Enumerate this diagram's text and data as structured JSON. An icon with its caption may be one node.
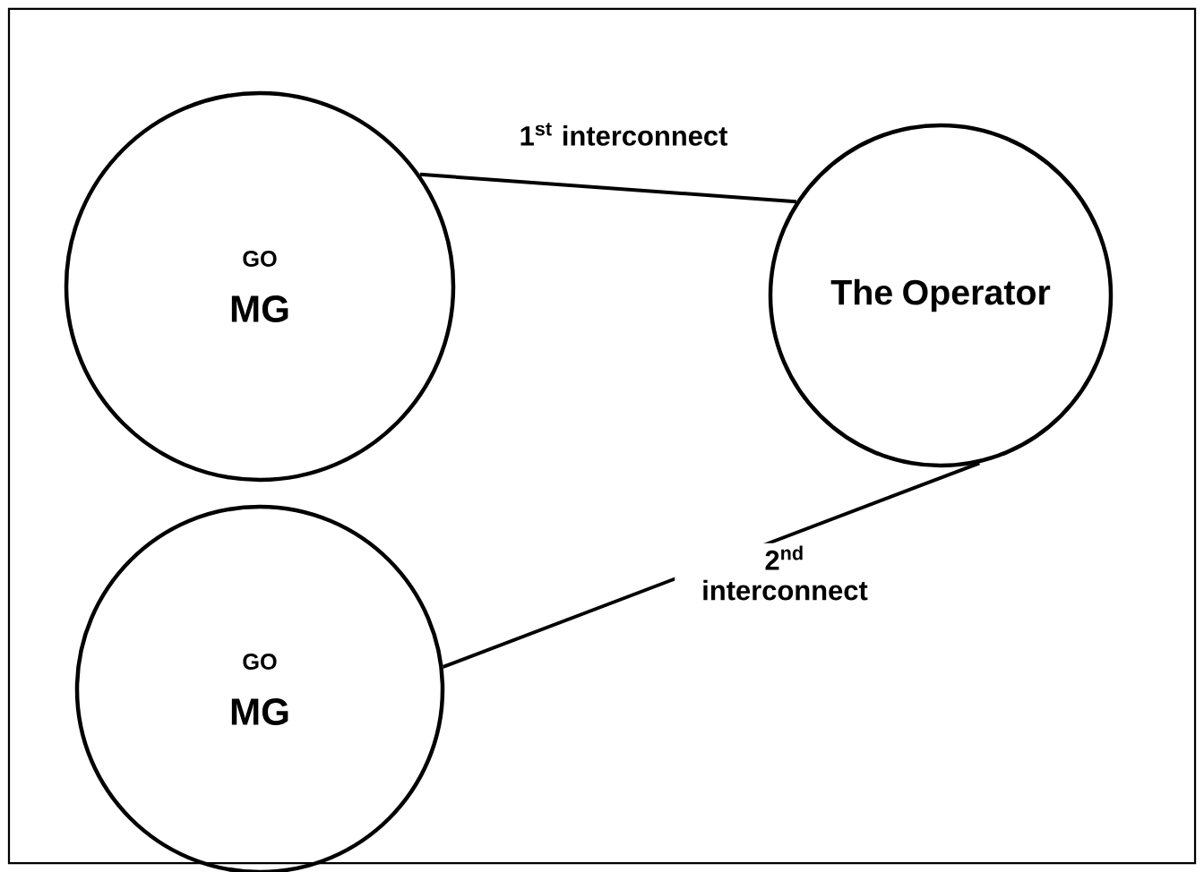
{
  "diagram": {
    "nodes": [
      {
        "text": [
          "GO",
          "MG"
        ]
      },
      {
        "text": [
          "GO",
          "MG"
        ]
      },
      {
        "text": [
          "The Operator"
        ]
      }
    ],
    "edges": [
      {
        "from": 0,
        "to": 2,
        "arrow": "none",
        "label": "1$^{st}$ interconnect"
      },
      {
        "from": 1,
        "to": 2,
        "arrow": "none",
        "label": "2$^{nd}$ interconnect"
      }
    ]
  }
}
